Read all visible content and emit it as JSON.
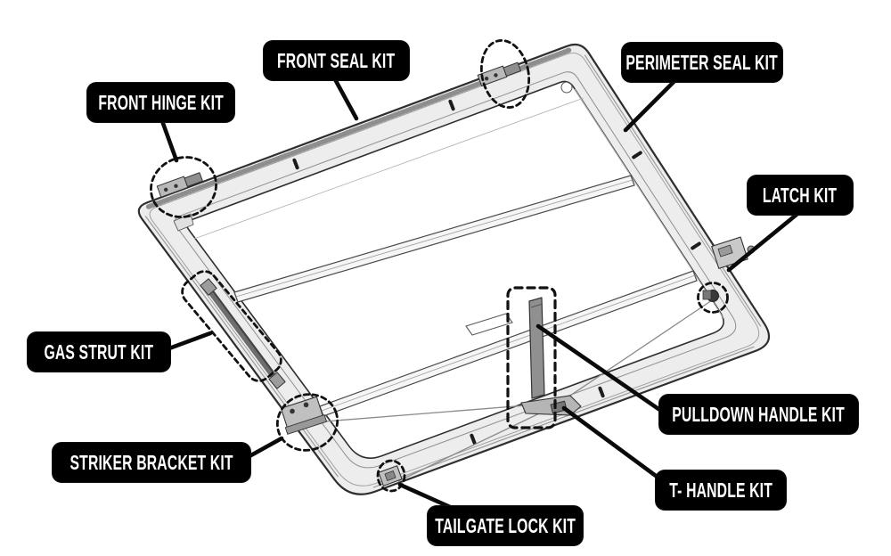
{
  "page": {
    "background": "#ffffff"
  },
  "diagram": {
    "subject_labels_count": "9",
    "style": {
      "label_bg": "#000000",
      "label_text": "#ffffff",
      "line_color": "#1a1a1a",
      "frame_fill": "#ededed",
      "highlight_dash_color": "#111111"
    },
    "labels": [
      {
        "id": "front-hinge-kit",
        "text": "FRONT HINGE KIT"
      },
      {
        "id": "front-seal-kit",
        "text": "FRONT SEAL KIT"
      },
      {
        "id": "perimeter-seal-kit",
        "text": "PERIMETER SEAL KIT"
      },
      {
        "id": "latch-kit",
        "text": "LATCH KIT"
      },
      {
        "id": "gas-strut-kit",
        "text": "GAS STRUT KIT"
      },
      {
        "id": "striker-bracket-kit",
        "text": "STRIKER BRACKET KIT"
      },
      {
        "id": "tailgate-lock-kit",
        "text": "TAILGATE LOCK KIT"
      },
      {
        "id": "t-handle-kit",
        "text": "T- HANDLE KIT"
      },
      {
        "id": "pulldown-handle-kit",
        "text": "PULLDOWN HANDLE KIT"
      }
    ]
  }
}
